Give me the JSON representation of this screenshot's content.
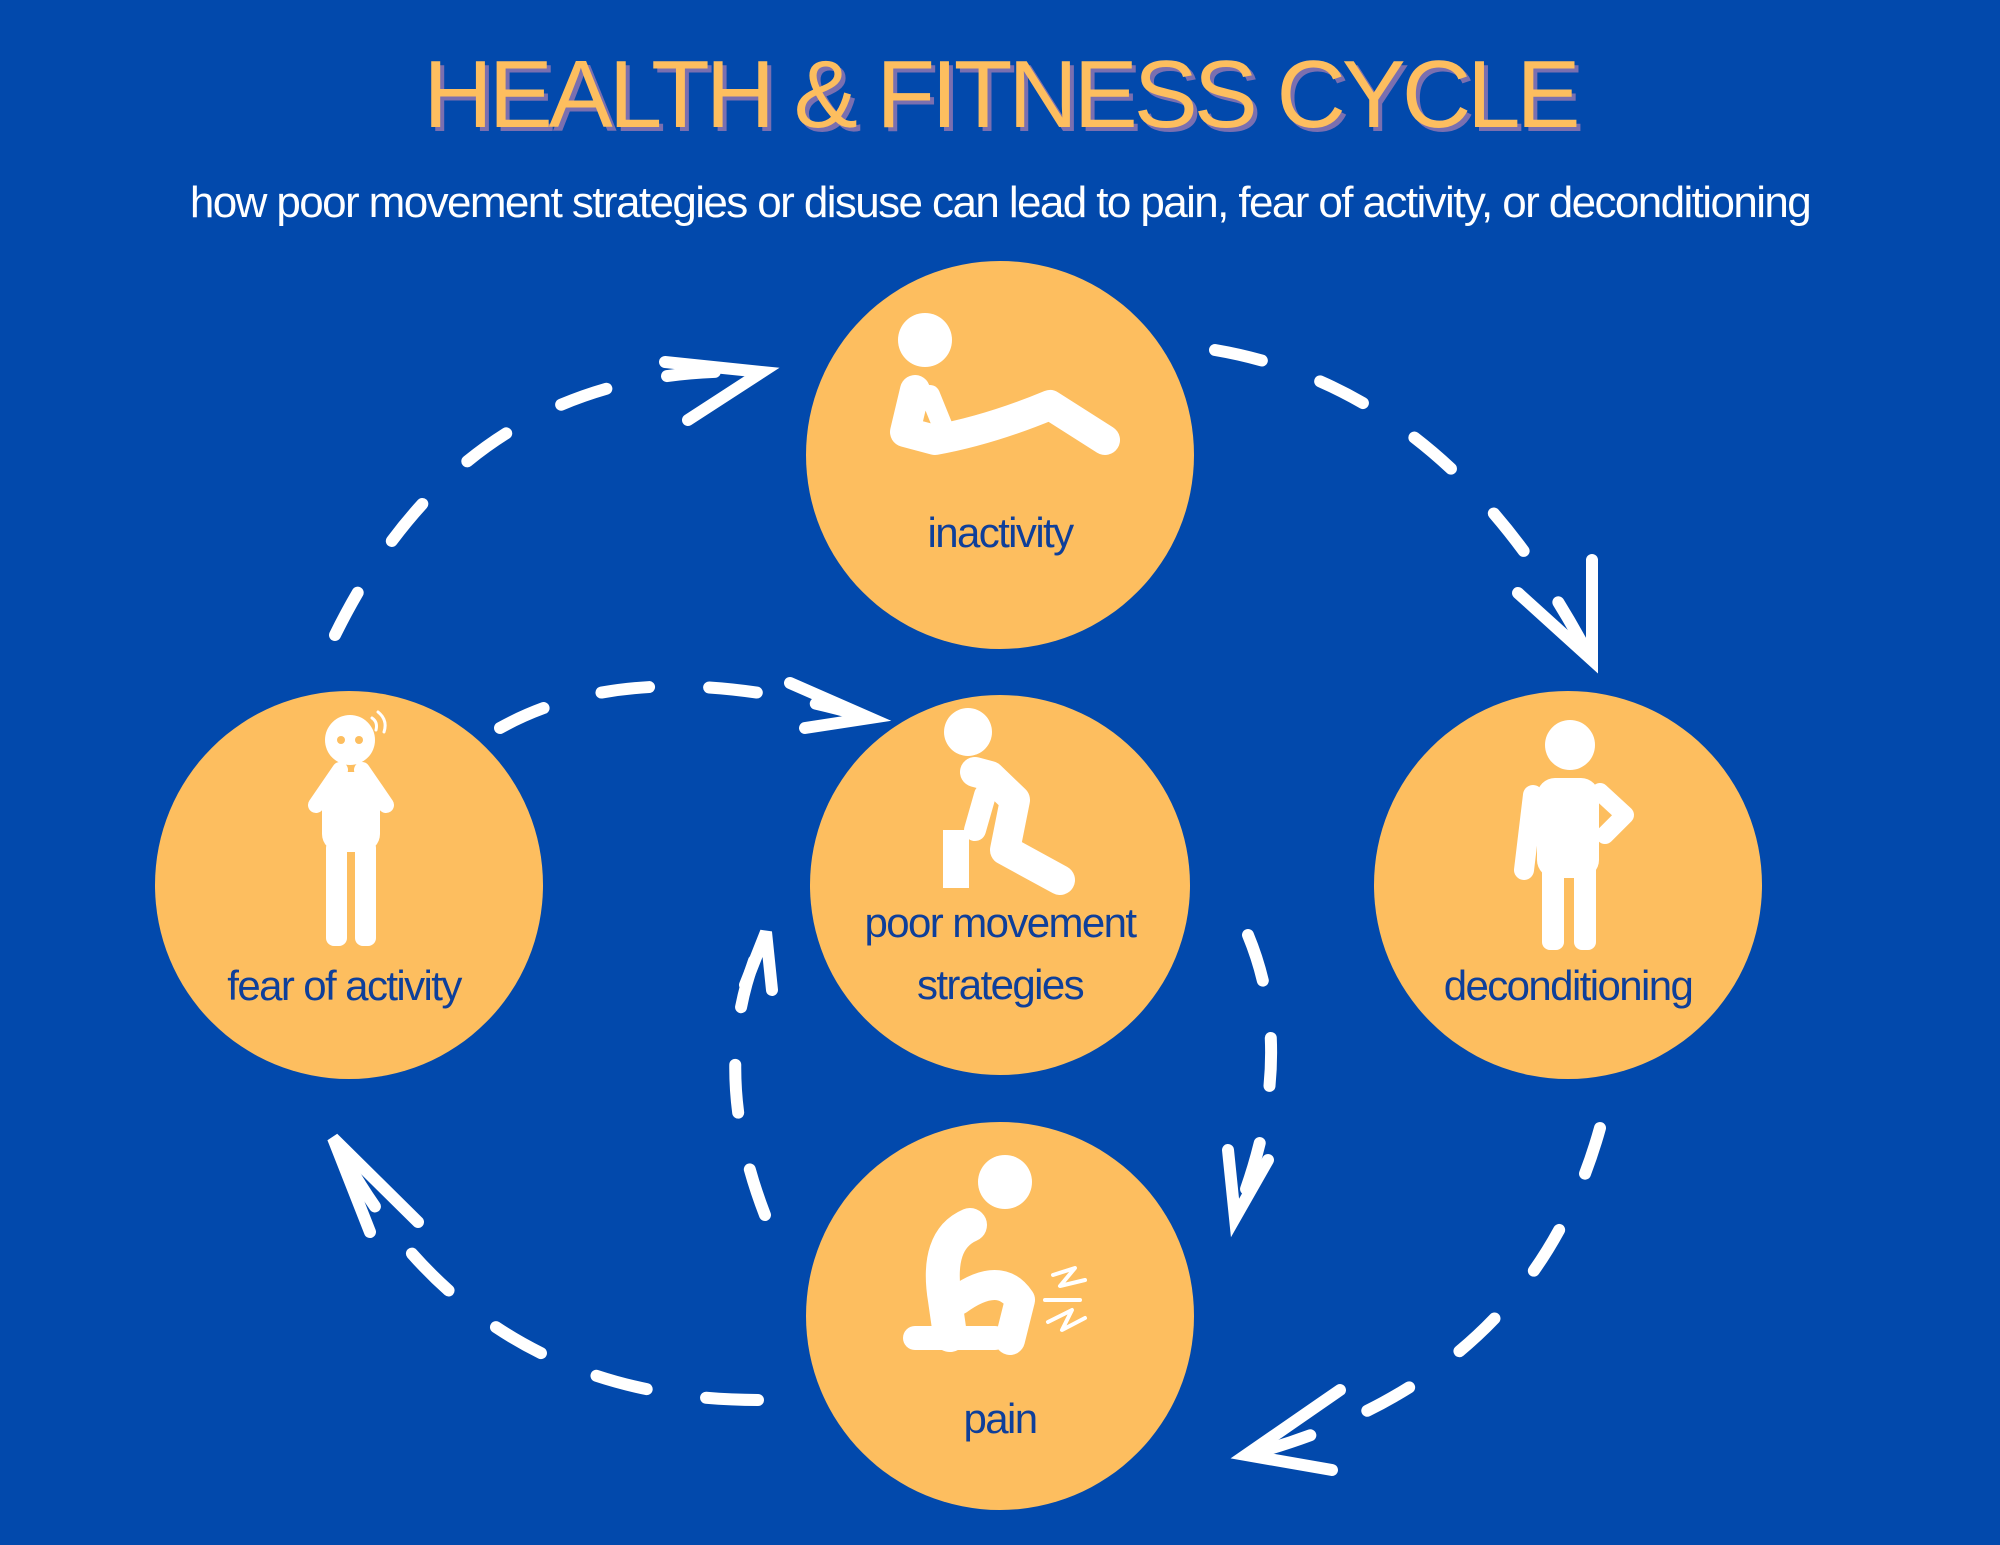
{
  "header": {
    "title": "HEALTH & FITNESS CYCLE",
    "subtitle": "how poor movement strategies  or disuse can lead to pain, fear of activity, or deconditioning"
  },
  "colors": {
    "background": "#0249ac",
    "circle": "#fdbe5f",
    "label": "#0e3f9a",
    "title": "#fdbe5f",
    "arrow": "#ffffff"
  },
  "nodes": {
    "inactivity": {
      "label": "inactivity",
      "icon": "reclining-person-icon"
    },
    "deconditioning": {
      "label": "deconditioning",
      "icon": "standing-hand-on-belly-icon"
    },
    "pain": {
      "label": "pain",
      "icon": "knee-pain-person-icon"
    },
    "fear": {
      "label": "fear of activity",
      "icon": "scared-person-icon"
    },
    "poor": {
      "label": "poor movement strategies",
      "line1": "poor movement",
      "line2": "strategies",
      "icon": "kneeling-person-icon"
    }
  }
}
